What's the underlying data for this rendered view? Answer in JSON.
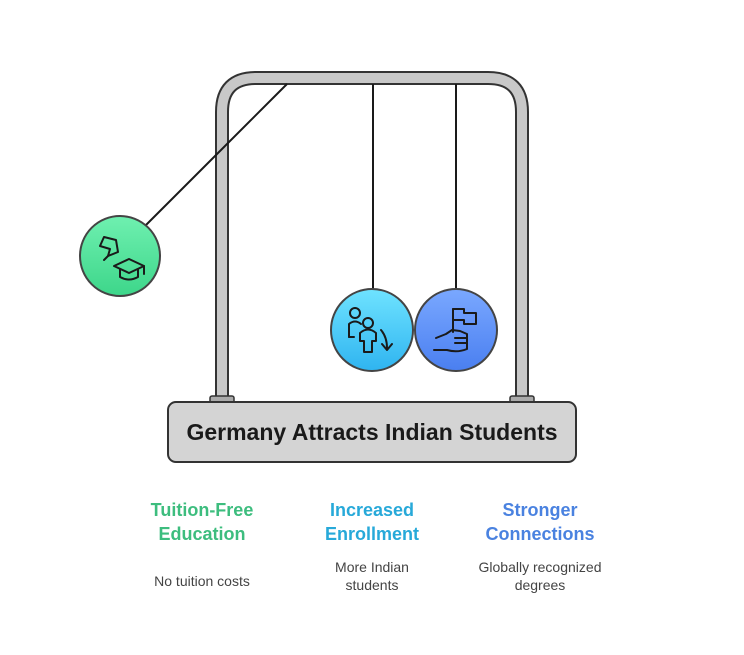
{
  "title": "Germany Attracts Indian Students",
  "items": [
    {
      "title_line1": "Tuition-Free",
      "title_line2": "Education",
      "desc_line1": "No tuition costs",
      "desc_line2": "",
      "color": "#3dbd7e",
      "icon": "education-cap-icon"
    },
    {
      "title_line1": "Increased",
      "title_line2": "Enrollment",
      "desc_line1": "More Indian",
      "desc_line2": "students",
      "color": "#27a9d9",
      "icon": "students-growth-icon"
    },
    {
      "title_line1": "Stronger",
      "title_line2": "Connections",
      "desc_line1": "Globally recognized",
      "desc_line2": "degrees",
      "color": "#4a82e0",
      "icon": "hand-flag-icon"
    }
  ]
}
